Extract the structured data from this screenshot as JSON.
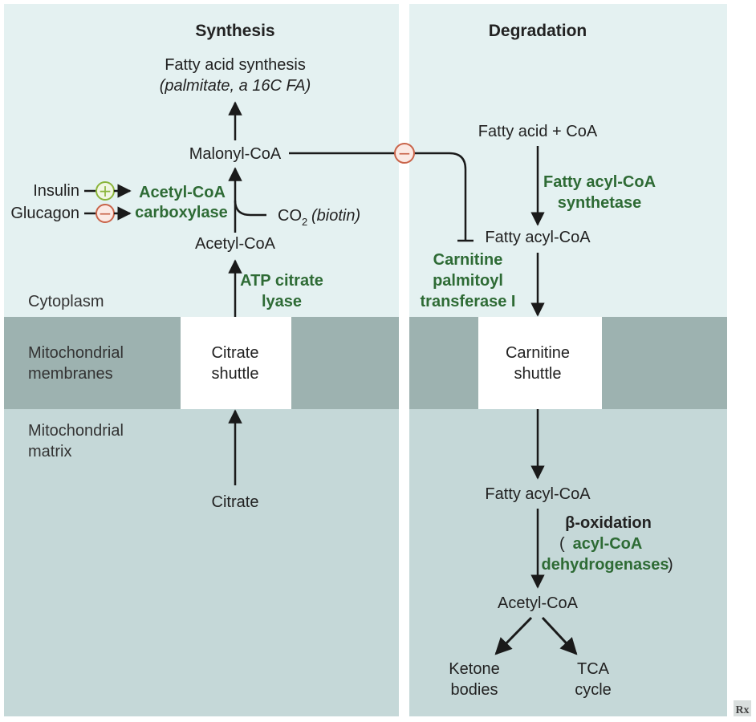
{
  "colors": {
    "cytoplasm_bg": "#e4f1f1",
    "matrix_bg": "#c5d8d8",
    "membrane_bg": "#9db2b0",
    "enzyme_green": "#2e6b35",
    "inhibit_red": "#c9644a",
    "activate_green": "#8ab43a",
    "arrow": "#1a1a1a"
  },
  "headers": {
    "synthesis": "Synthesis",
    "degradation": "Degradation"
  },
  "compartments": {
    "cytoplasm": "Cytoplasm",
    "membranes_1": "Mitochondrial",
    "membranes_2": "membranes",
    "matrix_1": "Mitochondrial",
    "matrix_2": "matrix"
  },
  "synthesis": {
    "product_1": "Fatty acid synthesis",
    "product_2": "(palmitate, a 16C FA)",
    "malonyl": "Malonyl-CoA",
    "acetyl": "Acetyl-CoA",
    "enzyme_acc_1": "Acetyl-CoA",
    "enzyme_acc_2": "carboxylase",
    "co2": "CO",
    "co2_sub": "2",
    "biotin": "(biotin)",
    "insulin": "Insulin",
    "glucagon": "Glucagon",
    "plus_sign": "+",
    "minus_sign": "−",
    "enzyme_atp_1": "ATP citrate",
    "enzyme_atp_2": "lyase",
    "shuttle_1": "Citrate",
    "shuttle_2": "shuttle",
    "citrate": "Citrate"
  },
  "inhibition": {
    "minus_sign": "−",
    "enzyme_1": "Carnitine",
    "enzyme_2": "palmitoyl",
    "enzyme_3": "transferase I"
  },
  "degradation": {
    "start": "Fatty acid + CoA",
    "enzyme_1": "Fatty acyl-CoA",
    "enzyme_2": "synthetase",
    "acyl_cyto": "Fatty acyl-CoA",
    "shuttle_1": "Carnitine",
    "shuttle_2": "shuttle",
    "acyl_matrix": "Fatty acyl-CoA",
    "beta_1": "β-oxidation",
    "beta_open": "(",
    "beta_2": "acyl-CoA",
    "beta_3": "dehydrogenases",
    "beta_close": ")",
    "acetyl": "Acetyl-CoA",
    "ketone_1": "Ketone",
    "ketone_2": "bodies",
    "tca_1": "TCA",
    "tca_2": "cycle"
  },
  "logo": "Rx"
}
